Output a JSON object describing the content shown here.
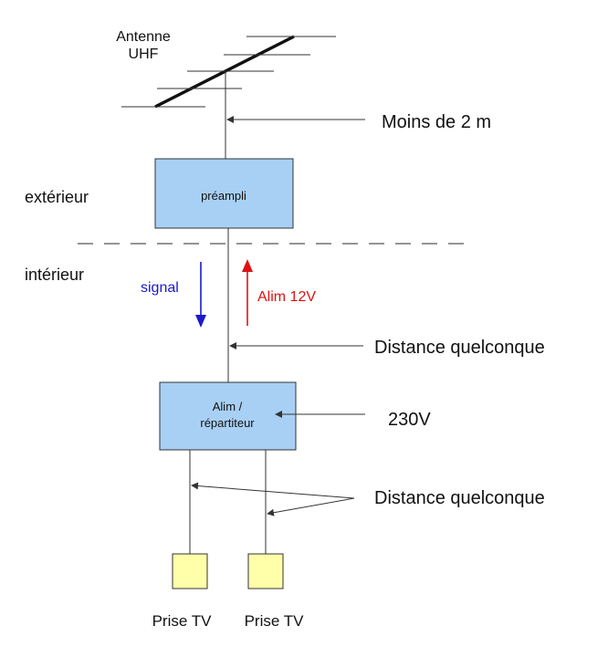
{
  "labels": {
    "antenna_line1": "Antenne",
    "antenna_line2": "UHF",
    "top_distance": "Moins de 2 m",
    "outside": "extérieur",
    "inside": "intérieur",
    "preamp": "préampli",
    "signal": "signal",
    "power": "Alim 12V",
    "mid_distance": "Distance quelconque",
    "splitter_line1": "Alim /",
    "splitter_line2": "répartiteur",
    "mains": "230V",
    "bottom_distance": "Distance quelconque",
    "outlet_left": "Prise TV",
    "outlet_right": "Prise TV"
  },
  "colors": {
    "box_fill": "#a8d0f4",
    "outlet_fill": "#ffffaa",
    "signal": "#1a1acc",
    "power": "#dd1111",
    "line": "#333333"
  }
}
